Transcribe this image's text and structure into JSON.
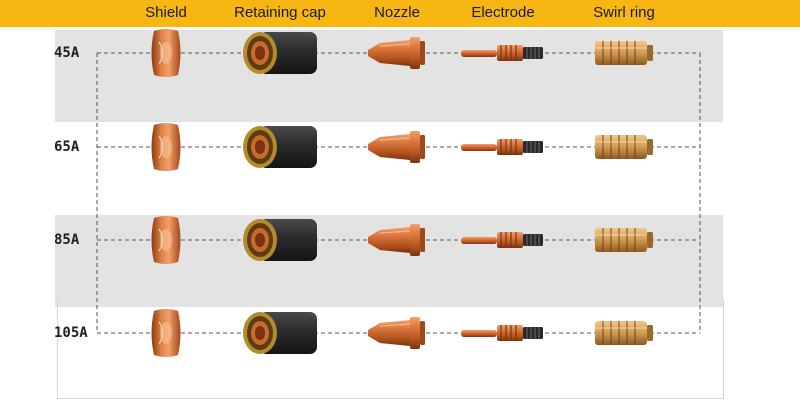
{
  "columns": [
    {
      "label": "Shield",
      "part": "shield-icon"
    },
    {
      "label": "Retaining cap",
      "part": "retaining-cap-icon"
    },
    {
      "label": "Nozzle",
      "part": "nozzle-icon"
    },
    {
      "label": "Electrode",
      "part": "electrode-icon"
    },
    {
      "label": "Swirl ring",
      "part": "swirl-ring-icon"
    }
  ],
  "rows": [
    {
      "label": "45A",
      "shaded": true
    },
    {
      "label": "65A",
      "shaded": false
    },
    {
      "label": "85A",
      "shaded": true
    },
    {
      "label": "105A",
      "shaded": false
    }
  ],
  "colors": {
    "header": "#f7b612",
    "row_shade": "#e3e3e3",
    "copper": "#c8642e",
    "cap_black": "#2b2b2b",
    "dashed_line": "#555555"
  }
}
